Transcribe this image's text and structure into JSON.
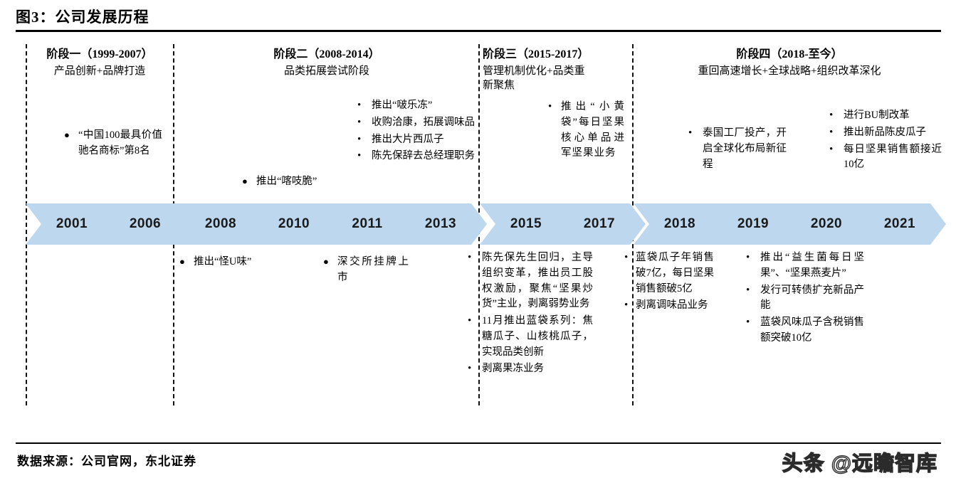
{
  "figure": {
    "title": "图3：公司发展历程",
    "source": "数据来源：公司官网，东北证券",
    "watermark": "头条 @远瞻智库",
    "accent_color": "#bdd7ee",
    "rule_color": "#000000"
  },
  "stages": [
    {
      "title": "阶段一（1999-2007）",
      "subtitle": "产品创新+品牌打造"
    },
    {
      "title": "阶段二（2008-2014）",
      "subtitle": "品类拓展尝试阶段"
    },
    {
      "title": "阶段三（2015-2017）",
      "subtitle": "管理机制优化+品类重新聚焦"
    },
    {
      "title": "阶段四（2018-至今）",
      "subtitle": "重回高速增长+全球战略+组织改革深化"
    }
  ],
  "timeline": {
    "years": [
      "2001",
      "2006",
      "2008",
      "2010",
      "2011",
      "2013",
      "2015",
      "2017",
      "2018",
      "2019",
      "2020",
      "2021"
    ]
  },
  "notes_above": {
    "y2001": [
      "“中国100最具价值驰名商标”第8名"
    ],
    "y2010": [
      "推出“喀吱脆”"
    ],
    "y2013": [
      "推出“啵乐冻”",
      "收购洽康，拓展调味品",
      "推出大片西瓜子",
      "陈先保辞去总经理职务"
    ],
    "y2017": [
      "推出“小黄袋”每日坚果核心单品进军坚果业务"
    ],
    "y2019": [
      "泰国工厂投产，开启全球化布局新征程"
    ],
    "y2021": [
      "进行BU制改革",
      "推出新品陈皮瓜子",
      "每日坚果销售额接近10亿"
    ]
  },
  "notes_below": {
    "y2008": [
      "推出“怪U味”"
    ],
    "y2011": [
      "深交所挂牌上市"
    ],
    "y2015": [
      "陈先保先生回归，主导组织变革，推出员工股权激励，聚焦“坚果炒货”主业，剥离弱势业务",
      "11月推出蓝袋系列：焦糖瓜子、山核桃瓜子，实现品类创新",
      "剥离果冻业务"
    ],
    "y2018": [
      "蓝袋瓜子年销售破7亿，每日坚果销售额破5亿",
      "剥离调味品业务"
    ],
    "y2020": [
      "推出“益生菌每日坚果”、“坚果燕麦片”",
      "发行可转债扩充新品产能",
      "蓝袋风味瓜子含税销售额突破10亿"
    ]
  }
}
